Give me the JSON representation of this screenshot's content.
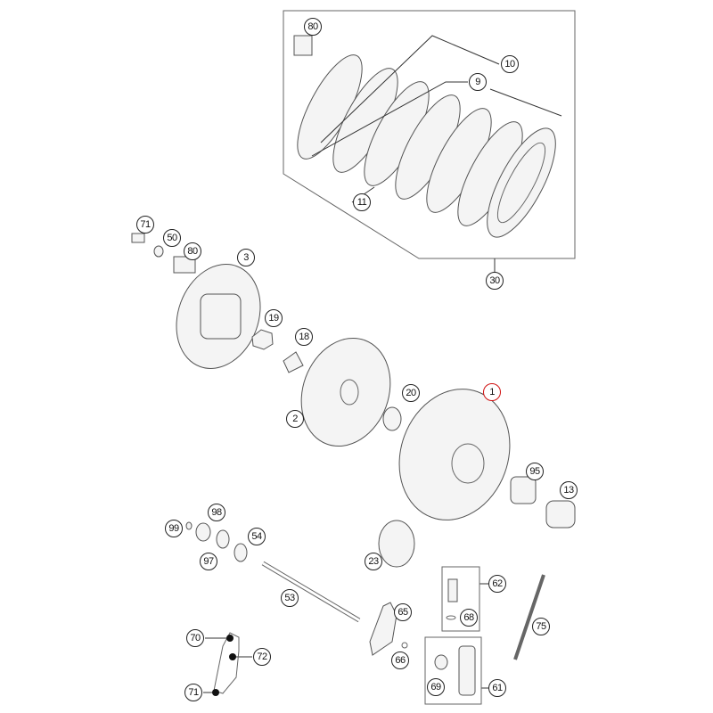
{
  "diagram": {
    "title": "Clutch exploded parts diagram",
    "highlight_color": "#d01010",
    "callouts": [
      {
        "label": "80"
      },
      {
        "label": "10"
      },
      {
        "label": "9"
      },
      {
        "label": "11"
      },
      {
        "label": "30"
      },
      {
        "label": "71"
      },
      {
        "label": "50"
      },
      {
        "label": "80"
      },
      {
        "label": "3"
      },
      {
        "label": "19"
      },
      {
        "label": "18"
      },
      {
        "label": "2"
      },
      {
        "label": "20"
      },
      {
        "label": "1",
        "highlighted": true
      },
      {
        "label": "95"
      },
      {
        "label": "13"
      },
      {
        "label": "99"
      },
      {
        "label": "98"
      },
      {
        "label": "54"
      },
      {
        "label": "97"
      },
      {
        "label": "23"
      },
      {
        "label": "62"
      },
      {
        "label": "68"
      },
      {
        "label": "53"
      },
      {
        "label": "65"
      },
      {
        "label": "75"
      },
      {
        "label": "70"
      },
      {
        "label": "72"
      },
      {
        "label": "66"
      },
      {
        "label": "71"
      },
      {
        "label": "69"
      },
      {
        "label": "61"
      }
    ]
  }
}
